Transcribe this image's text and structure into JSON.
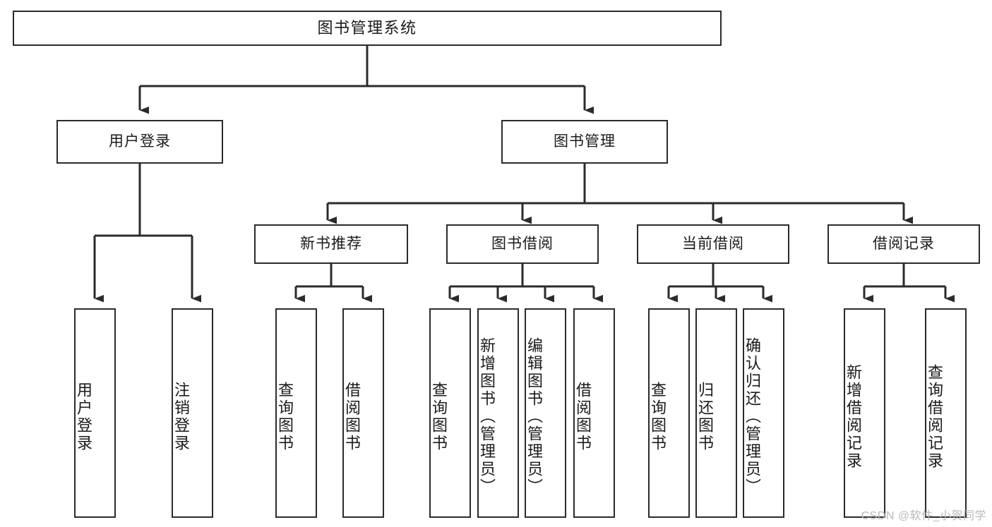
{
  "diagram": {
    "title": "图书管理系统",
    "type": "functional-structure-tree",
    "colors": {
      "node_border": "#2b2b2b",
      "node_fill": "#ffffff",
      "edge": "#2b2b2b",
      "text": "#1a1a1a",
      "watermark": "#b9b9b9",
      "background": "#ffffff"
    },
    "root": {
      "label": "图书管理系统"
    },
    "level1": [
      {
        "id": "user-login",
        "label": "用户登录"
      },
      {
        "id": "book-manage",
        "label": "图书管理"
      }
    ],
    "level2": [
      {
        "id": "new-book-recommend",
        "label": "新书推荐"
      },
      {
        "id": "book-borrow",
        "label": "图书借阅"
      },
      {
        "id": "current-borrow",
        "label": "当前借阅"
      },
      {
        "id": "borrow-record",
        "label": "借阅记录"
      }
    ],
    "leaves": {
      "user_login": [
        {
          "id": "leaf-user-login",
          "label": "用户登录"
        },
        {
          "id": "leaf-logout-login",
          "label": "注销登录"
        }
      ],
      "new_book_recommend": [
        {
          "id": "leaf-query-book-1",
          "label": "查询图书"
        },
        {
          "id": "leaf-borrow-book-1",
          "label": "借阅图书"
        }
      ],
      "book_borrow": [
        {
          "id": "leaf-query-book-2",
          "label": "查询图书"
        },
        {
          "id": "leaf-add-book",
          "label": "新增图书（管理员）"
        },
        {
          "id": "leaf-edit-book",
          "label": "编辑图书（管理员）"
        },
        {
          "id": "leaf-borrow-book-2",
          "label": "借阅图书"
        }
      ],
      "current_borrow": [
        {
          "id": "leaf-query-book-3",
          "label": "查询图书"
        },
        {
          "id": "leaf-return-book",
          "label": "归还图书"
        },
        {
          "id": "leaf-confirm-return",
          "label": "确认归还（管理员）"
        }
      ],
      "borrow_record": [
        {
          "id": "leaf-add-record",
          "label": "新增借阅记录"
        },
        {
          "id": "leaf-query-record",
          "label": "查询借阅记录"
        }
      ]
    }
  },
  "watermark": {
    "text": "CSDN @软件_小贺同学"
  }
}
